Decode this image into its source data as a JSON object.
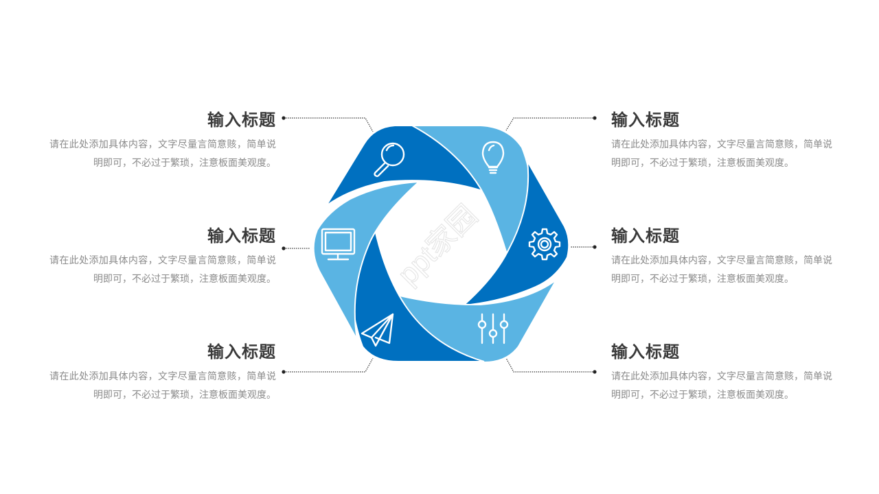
{
  "colors": {
    "dark_blue": "#0070c0",
    "light_blue": "#5ab4e3",
    "title_text": "#3a3a3a",
    "body_text": "#8a8a8a",
    "connector": "#333333"
  },
  "items": [
    {
      "position": "left-top",
      "title": "输入标题",
      "description": "请在此处添加具体内容，文字尽量言简意赅，简单说明即可，不必过于繁琐，注意板面美观度。",
      "icon": "magnifier-icon"
    },
    {
      "position": "left-middle",
      "title": "输入标题",
      "description": "请在此处添加具体内容，文字尽量言简意赅，简单说明即可，不必过于繁琐，注意板面美观度。",
      "icon": "monitor-icon"
    },
    {
      "position": "left-bottom",
      "title": "输入标题",
      "description": "请在此处添加具体内容，文字尽量言简意赅，简单说明即可，不必过于繁琐，注意板面美观度。",
      "icon": "paper-plane-icon"
    },
    {
      "position": "right-top",
      "title": "输入标题",
      "description": "请在此处添加具体内容，文字尽量言简意赅，简单说明即可，不必过于繁琐，注意板面美观度。",
      "icon": "lightbulb-icon"
    },
    {
      "position": "right-middle",
      "title": "输入标题",
      "description": "请在此处添加具体内容，文字尽量言简意赅，简单说明即可，不必过于繁琐，注意板面美观度。",
      "icon": "gear-icon"
    },
    {
      "position": "right-bottom",
      "title": "输入标题",
      "description": "请在此处添加具体内容，文字尽量言简意赅，简单说明即可，不必过于繁琐，注意板面美观度。",
      "icon": "sliders-icon"
    }
  ],
  "watermark": "ppt家园"
}
